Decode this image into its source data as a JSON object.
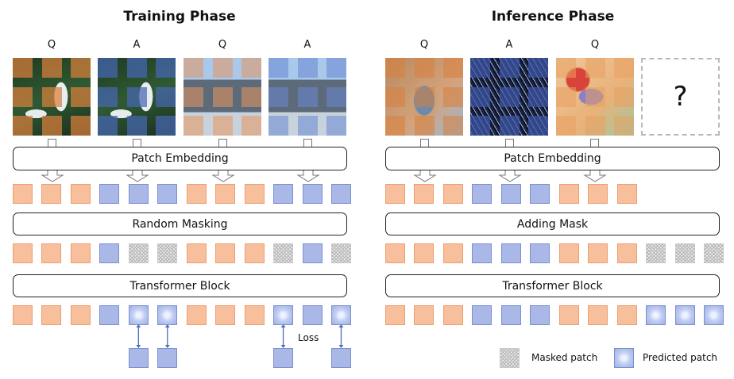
{
  "training": {
    "title": "Training Phase",
    "images": [
      {
        "label": "Q",
        "tint": "#d9803c",
        "scene": "birds"
      },
      {
        "label": "A",
        "tint": "#4767b3",
        "scene": "birds"
      },
      {
        "label": "Q",
        "tint": "#e6955f",
        "scene": "building"
      },
      {
        "label": "A",
        "tint": "#6886d1",
        "scene": "building"
      }
    ],
    "patch_embedding": "Patch Embedding",
    "random_masking": "Random Masking",
    "transformer_block": "Transformer Block",
    "row_embedded": [
      "q",
      "q",
      "q",
      "a",
      "a",
      "a",
      "q",
      "q",
      "q",
      "a",
      "a",
      "a"
    ],
    "row_masked": [
      "q",
      "q",
      "q",
      "a",
      "m",
      "m",
      "q",
      "q",
      "q",
      "m",
      "a",
      "m"
    ],
    "row_output": [
      "q",
      "q",
      "q",
      "a",
      "p",
      "p",
      "q",
      "q",
      "q",
      "p",
      "a",
      "p"
    ],
    "targets_at": [
      4,
      5,
      9,
      11
    ],
    "loss_label": "Loss"
  },
  "inference": {
    "title": "Inference Phase",
    "images": [
      {
        "label": "Q",
        "tint": "#d9803c",
        "scene": "clock"
      },
      {
        "label": "A",
        "tint": "#3e58a8",
        "scene": "clock-edges"
      },
      {
        "label": "Q",
        "tint": "#e8a060",
        "scene": "bird"
      }
    ],
    "unknown_label": "?",
    "patch_embedding": "Patch Embedding",
    "adding_mask": "Adding Mask",
    "transformer_block": "Transformer Block",
    "row_embedded": [
      "q",
      "q",
      "q",
      "a",
      "a",
      "a",
      "q",
      "q",
      "q"
    ],
    "row_masked": [
      "q",
      "q",
      "q",
      "a",
      "a",
      "a",
      "q",
      "q",
      "q",
      "m",
      "m",
      "m"
    ],
    "row_output": [
      "q",
      "q",
      "q",
      "a",
      "a",
      "a",
      "q",
      "q",
      "q",
      "p",
      "p",
      "p"
    ]
  },
  "legend": {
    "masked": "Masked patch",
    "predicted": "Predicted patch"
  },
  "colors": {
    "question_patch": "#f7bf9b",
    "answer_patch": "#a9b8e6",
    "arrow": "#4a6cc2"
  }
}
